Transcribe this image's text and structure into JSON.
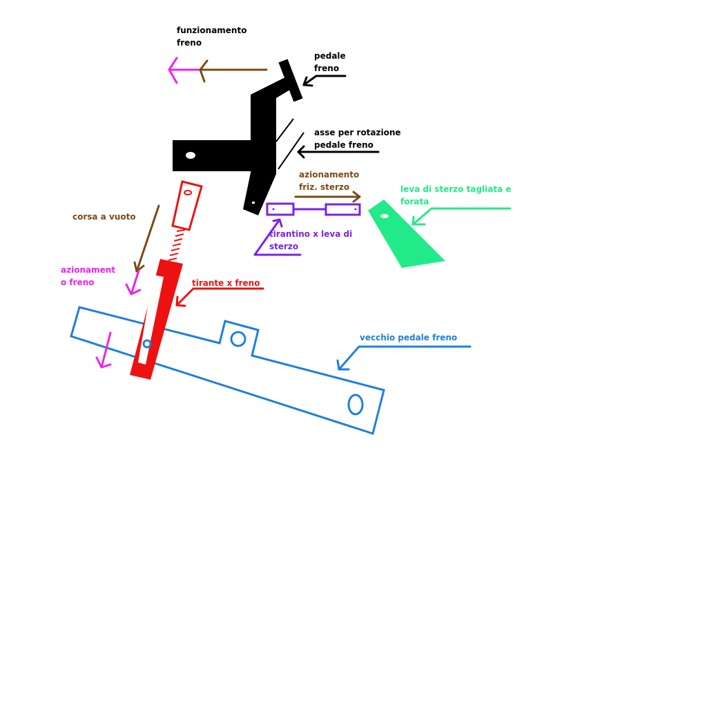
{
  "labels": {
    "funzionamento_freno": [
      "funzionamento",
      "freno"
    ],
    "pedale_freno": [
      "pedale",
      "freno"
    ],
    "asse": [
      "asse per rotazione",
      "pedale freno"
    ],
    "azionamento_friz": [
      "azionamento",
      "friz. sterzo"
    ],
    "leva_sterzo": [
      "leva di sterzo tagliata e",
      "forata"
    ],
    "tirantino": [
      "tirantino x leva di",
      "sterzo"
    ],
    "corsa": "corsa a vuoto",
    "azionamento_freno": [
      "azionament",
      "o freno"
    ],
    "tirante": "tirante x freno",
    "vecchio_pedale": "vecchio pedale freno"
  },
  "colors": {
    "black": "#000000",
    "brown": "#7a4a14",
    "magenta": "#ee22ee",
    "purple": "#7a22e6",
    "green": "#22ea88",
    "red": "#ee1111",
    "blue": "#1c7fe0"
  }
}
